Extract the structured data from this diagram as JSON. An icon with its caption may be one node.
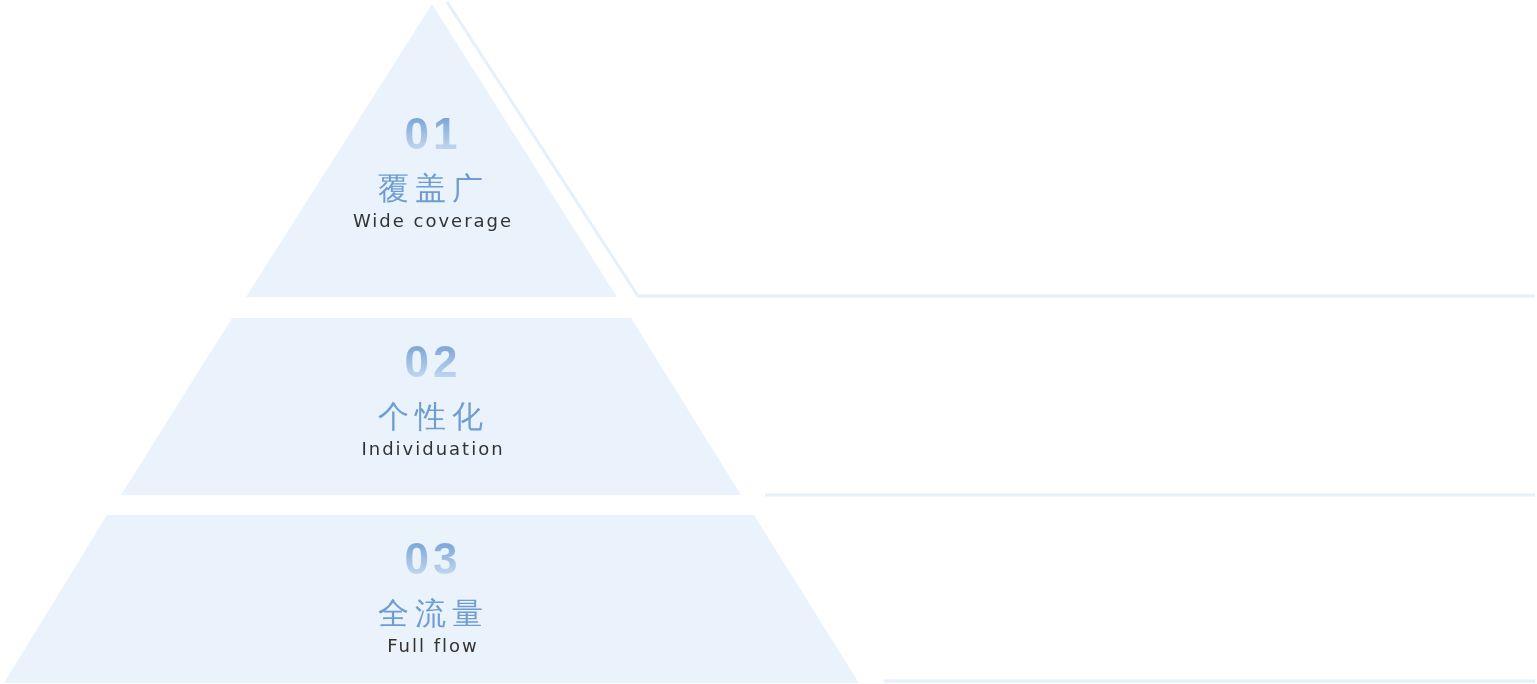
{
  "diagram": {
    "nodes": [
      {
        "text": [
          "01",
          "覆盖广",
          "Wide coverage"
        ]
      },
      {
        "text": [
          "02",
          "个性化",
          "Individuation"
        ]
      },
      {
        "text": [
          "03",
          "全流量",
          "Full flow"
        ]
      }
    ]
  }
}
